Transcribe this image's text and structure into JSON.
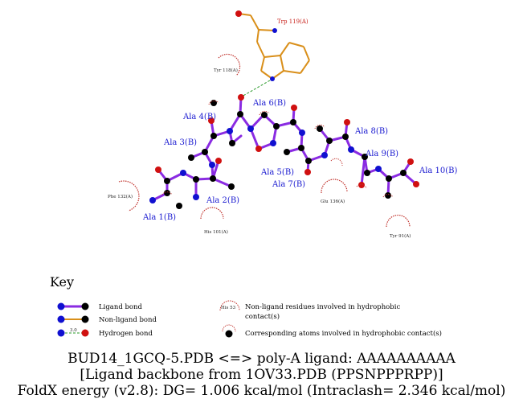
{
  "residues": {
    "ala1": "Ala 1(B)",
    "ala2": "Ala 2(B)",
    "ala3": "Ala 3(B)",
    "ala4": "Ala 4(B)",
    "ala5": "Ala 5(B)",
    "ala6": "Ala 6(B)",
    "ala7": "Ala 7(B)",
    "ala8": "Ala 8(B)",
    "ala9": "Ala 9(B)",
    "ala10": "Ala 10(B)",
    "trp119": "Trp 119(A)",
    "tyr118": "Tyr 118(A)",
    "phe132": "Phe 132(A)",
    "his101": "His 101(A)",
    "glu136": "Glu 136(A)",
    "tyr91": "Tyr 91(A)"
  },
  "key": {
    "title": "Key",
    "ligand_bond": "Ligand bond",
    "nonligand_bond": "Non-ligand bond",
    "hydrogen_bond": "Hydrogen bond",
    "hbond_distance": "3.0",
    "hydrophobic_residue": "Non-ligand residues involved in hydrophobic",
    "hydrophobic_residue_2": "contact(s)",
    "hydrophobic_example": "His 53",
    "hydrophobic_atoms": "Corresponding atoms involved in hydrophobic contact(s)"
  },
  "caption": {
    "line1": "BUD14_1GCQ-5.PDB <=> poly-A ligand: AAAAAAAAAA",
    "line2": "[Ligand backbone from 1OV33.PDB (PPSNPPPRPP)]",
    "line3": "FoldX energy (v2.8): DG= 1.006 kcal/mol (Intraclash= 2.346 kcal/mol)"
  },
  "colors": {
    "ligand_bond": "#8a2be2",
    "nonligand_bond": "#d98f1a",
    "hbond": "#2a9a2a",
    "carbon": "#000000",
    "nitrogen": "#1010d0",
    "oxygen": "#d01010",
    "hydrophobic": "#c0302a"
  }
}
